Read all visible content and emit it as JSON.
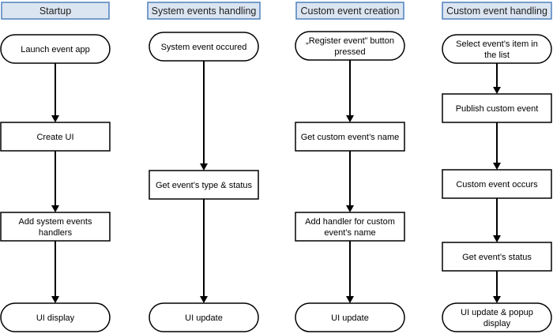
{
  "columns": [
    {
      "header": "Startup",
      "nodes": [
        {
          "shape": "terminal",
          "lines": [
            "Launch event app"
          ]
        },
        {
          "shape": "process",
          "lines": [
            "Create UI"
          ]
        },
        {
          "shape": "process",
          "lines": [
            "Add system events",
            "handlers"
          ]
        },
        {
          "shape": "terminal",
          "lines": [
            "UI display"
          ]
        }
      ]
    },
    {
      "header": "System events handling",
      "nodes": [
        {
          "shape": "terminal",
          "lines": [
            "System event occured"
          ]
        },
        {
          "shape": "process",
          "lines": [
            "Get event’s type & status"
          ]
        },
        {
          "shape": "terminal",
          "lines": [
            "UI update"
          ]
        }
      ]
    },
    {
      "header": "Custom event creation",
      "nodes": [
        {
          "shape": "terminal",
          "lines": [
            "„Register event” button",
            "pressed"
          ]
        },
        {
          "shape": "process",
          "lines": [
            "Get custom event’s name"
          ]
        },
        {
          "shape": "process",
          "lines": [
            "Add handler for custom",
            "event’s name"
          ]
        },
        {
          "shape": "terminal",
          "lines": [
            "UI update"
          ]
        }
      ]
    },
    {
      "header": "Custom event handling",
      "nodes": [
        {
          "shape": "terminal",
          "lines": [
            "Select event’s item in",
            "the list"
          ]
        },
        {
          "shape": "process",
          "lines": [
            "Publish custom event"
          ]
        },
        {
          "shape": "process",
          "lines": [
            "Custom event occurs"
          ]
        },
        {
          "shape": "process",
          "lines": [
            "Get event’s status"
          ]
        },
        {
          "shape": "terminal",
          "lines": [
            "UI update & popup",
            "display"
          ]
        }
      ]
    }
  ],
  "colors": {
    "header_fill": "#dbe5f1",
    "header_border": "#4f81bd",
    "line": "#000000"
  }
}
